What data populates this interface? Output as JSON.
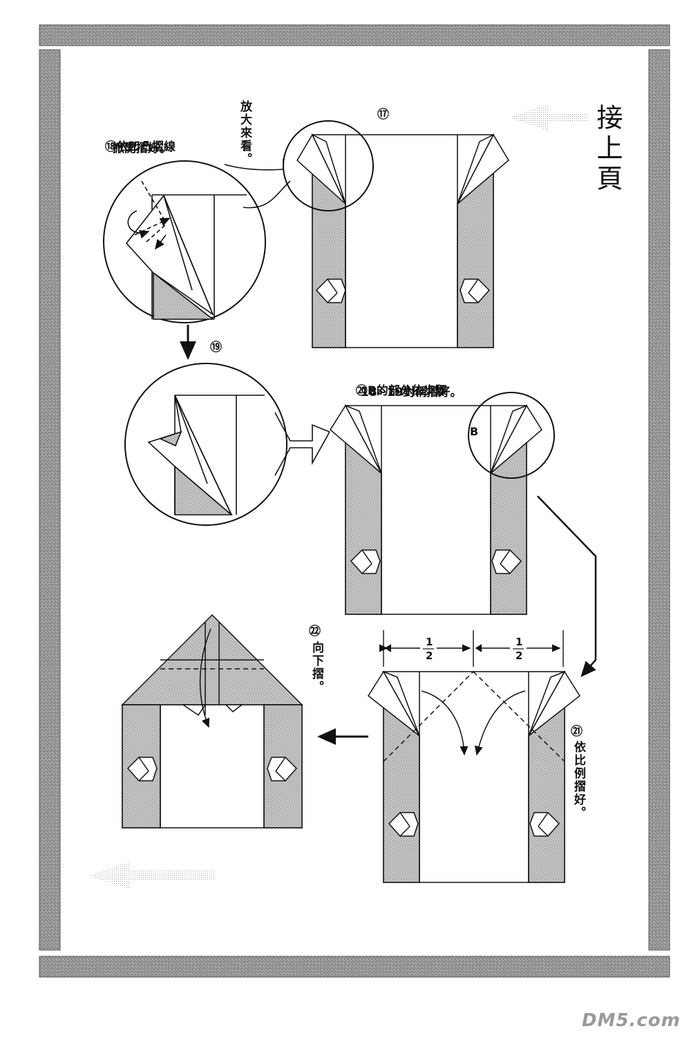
{
  "header": {
    "continue_label": "接上頁"
  },
  "steps": {
    "s17": {
      "number": "⑰"
    },
    "s18": {
      "number": "⑱",
      "line1": "依凹凸摺線",
      "line2": "掀開摺好。"
    },
    "zoom": {
      "text": "放大來看。"
    },
    "s19": {
      "number": "⑲"
    },
    "s20": {
      "number": "⑳",
      "line1": "B的部分依步驟",
      "line2": "18~19對稱摺好。",
      "marker": "B"
    },
    "s21": {
      "number": "㉑",
      "text": "依比例摺好。",
      "half_num": "1",
      "half_den": "2"
    },
    "s22": {
      "number": "㉒",
      "text": "向下摺。"
    }
  },
  "watermark": {
    "text": "DM5.com"
  },
  "colors": {
    "gray_fill": "#b4b4b4",
    "frame_fill": "#8c8c8c",
    "ink": "#111111"
  }
}
